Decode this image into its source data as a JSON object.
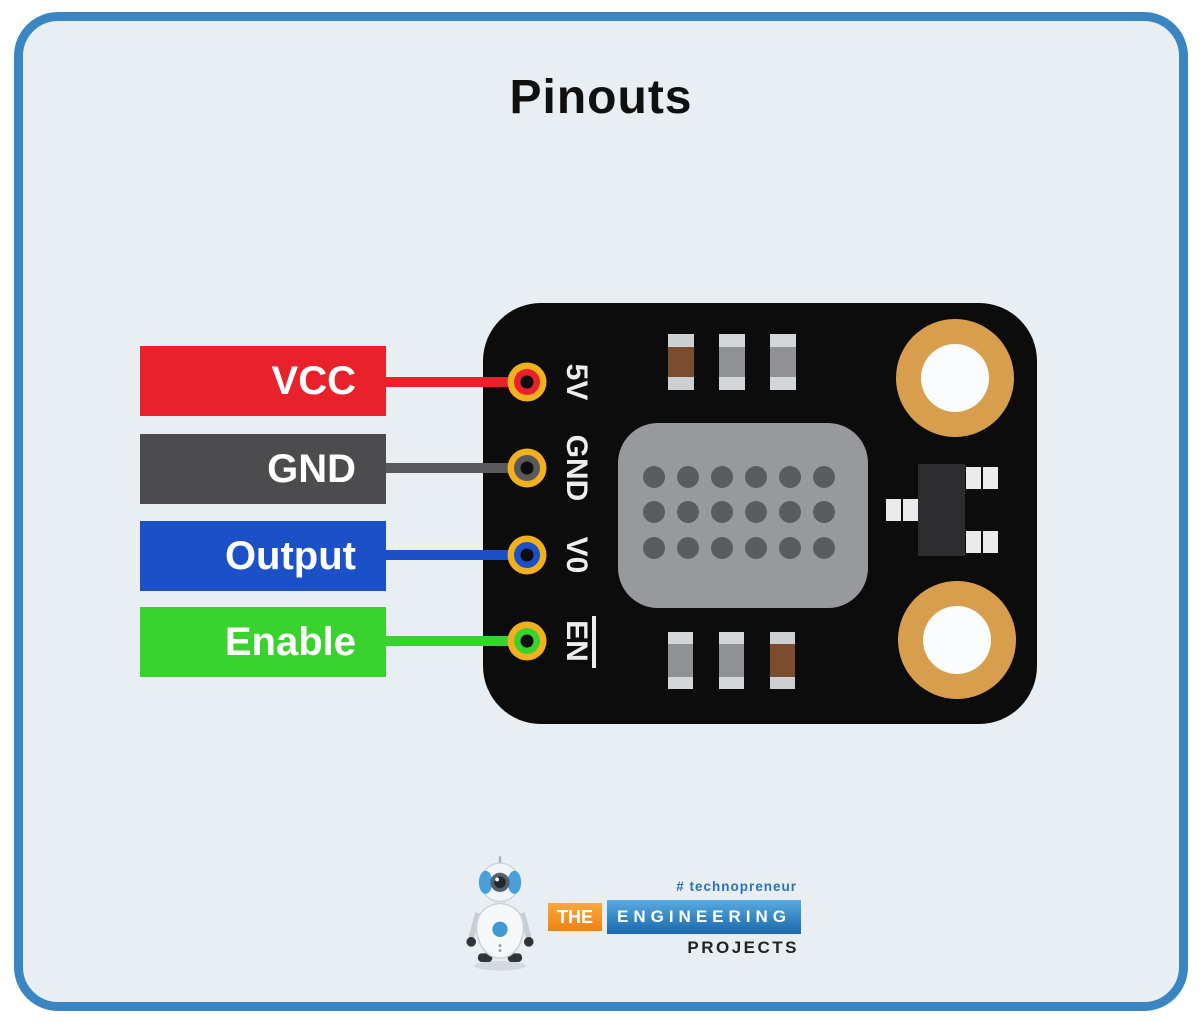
{
  "title": "Pinouts",
  "diagram": {
    "labels": [
      {
        "text": "VCC",
        "color": "#e8212b"
      },
      {
        "text": "GND",
        "color": "#4c4c4e"
      },
      {
        "text": "Output",
        "color": "#1c50c8"
      },
      {
        "text": "Enable",
        "color": "#3ad32d"
      }
    ],
    "pins": [
      {
        "label": "5V",
        "color": "#e8212b",
        "overline": false
      },
      {
        "label": "GND",
        "color": "#59595b",
        "overline": false
      },
      {
        "label": "V0",
        "color": "#1c50c8",
        "overline": false
      },
      {
        "label": "EN",
        "color": "#3ad32d",
        "overline": true
      }
    ],
    "colors": {
      "board": "#0c0c0c",
      "pad_gold": "#f2b01e",
      "hole_gold": "#d79f4d",
      "sensor_body": "#98999c",
      "sensor_dot": "#5b5c5f",
      "panel_border": "#3a86c2",
      "panel_bg": "#e9eef2"
    }
  },
  "logo": {
    "tagline": "# technopreneur",
    "brand_the": "THE",
    "brand_engineering": "ENGINEERING",
    "brand_projects": "PROJECTS"
  }
}
